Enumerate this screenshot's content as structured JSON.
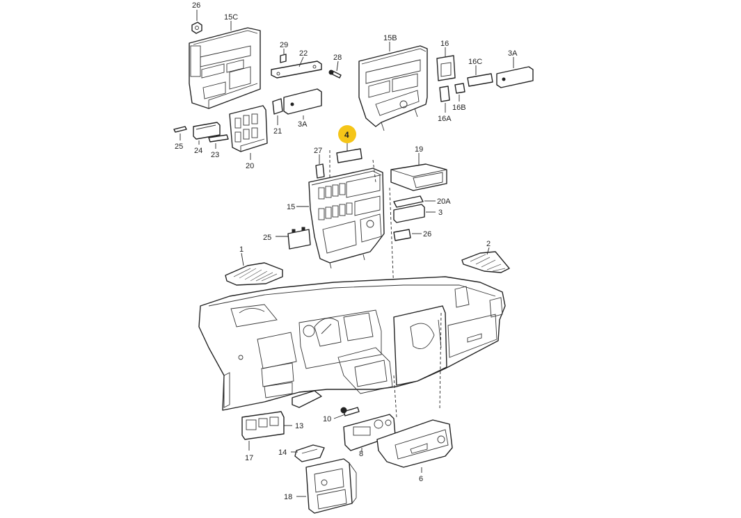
{
  "highlight_color": "#f5c518",
  "callouts": {
    "c26_top": "26",
    "c15C": "15C",
    "c29": "29",
    "c22": "22",
    "c28": "28",
    "c15B": "15B",
    "c16": "16",
    "c16C": "16C",
    "c3A_right": "3A",
    "c16B": "16B",
    "c16A": "16A",
    "c21": "21",
    "c3A_left": "3A",
    "c25_left": "25",
    "c24": "24",
    "c23": "23",
    "c20": "20",
    "c4": "4",
    "c27": "27",
    "c19": "19",
    "c15": "15",
    "c20A": "20A",
    "c3": "3",
    "c25": "25",
    "c26": "26",
    "c1": "1",
    "c2": "2",
    "c10": "10",
    "c13": "13",
    "c17": "17",
    "c8": "8",
    "c14": "14",
    "c6": "6",
    "c18": "18"
  }
}
